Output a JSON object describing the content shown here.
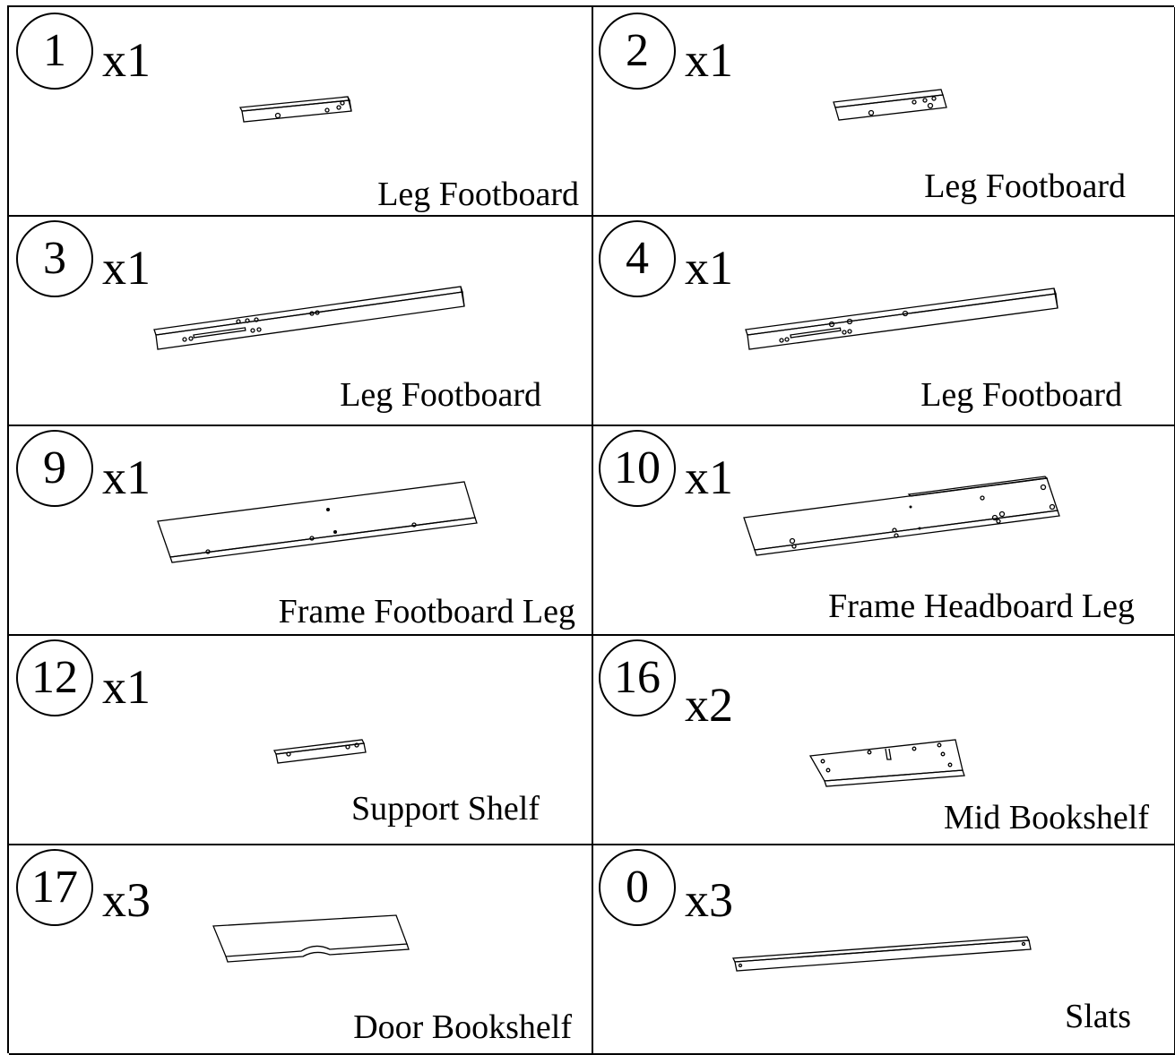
{
  "parts": [
    {
      "number": "1",
      "quantity": "x1",
      "name": "Leg Footboard"
    },
    {
      "number": "2",
      "quantity": "x1",
      "name": "Leg Footboard"
    },
    {
      "number": "3",
      "quantity": "x1",
      "name": "Leg Footboard"
    },
    {
      "number": "4",
      "quantity": "x1",
      "name": "Leg Footboard"
    },
    {
      "number": "9",
      "quantity": "x1",
      "name": "Frame Footboard Leg"
    },
    {
      "number": "10",
      "quantity": "x1",
      "name": "Frame Headboard Leg"
    },
    {
      "number": "12",
      "quantity": "x1",
      "name": "Support Shelf"
    },
    {
      "number": "16",
      "quantity": "x2",
      "name": "Mid Bookshelf"
    },
    {
      "number": "17",
      "quantity": "x3",
      "name": "Door Bookshelf"
    },
    {
      "number": "0",
      "quantity": "x3",
      "name": "Slats"
    }
  ]
}
